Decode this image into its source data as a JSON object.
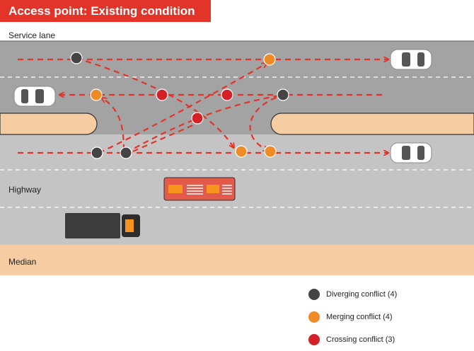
{
  "title": "Access point: Existing condition",
  "labels": {
    "service_lane": "Service lane",
    "highway": "Highway",
    "median": "Median"
  },
  "colors": {
    "title_bg": "#e3342a",
    "road": "#bfbfbf",
    "road_dark": "#a3a3a3",
    "median": "#f5ccA0",
    "path": "#e3342a",
    "diverging": "#444444",
    "merging": "#f08a24",
    "crossing": "#d42027"
  },
  "legend": [
    {
      "key": "diverging",
      "label": "Diverging conflict (4)",
      "color": "#444444"
    },
    {
      "key": "merging",
      "label": "Merging conflict (4)",
      "color": "#f08a24"
    },
    {
      "key": "crossing",
      "label": "Crossing conflict (3)",
      "color": "#d42027"
    }
  ]
}
